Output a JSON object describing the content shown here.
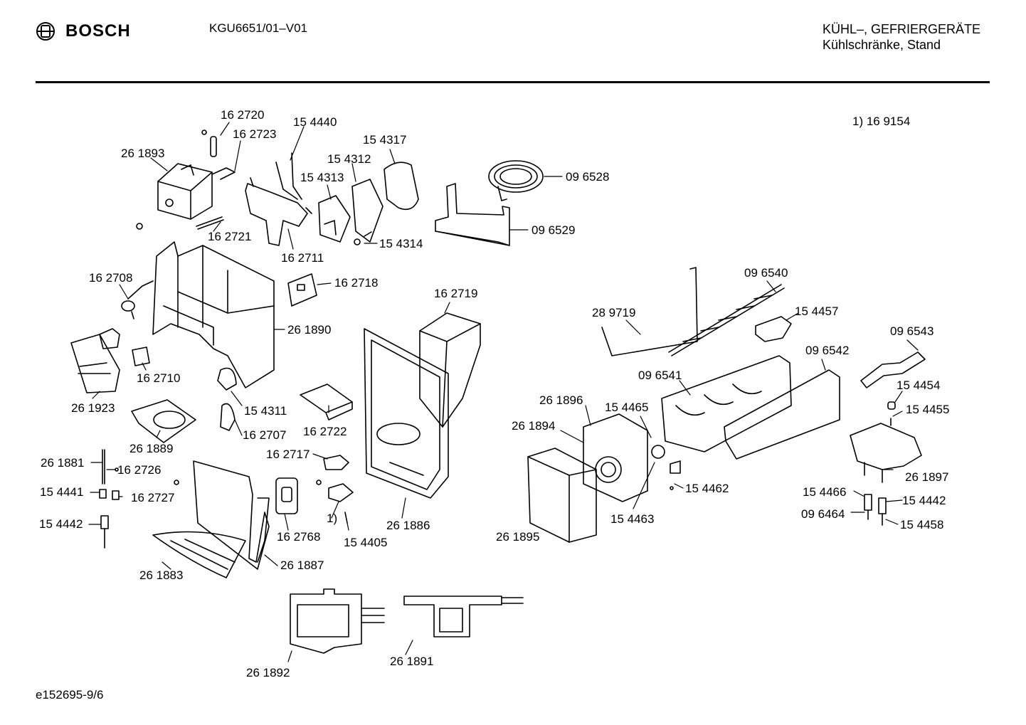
{
  "header": {
    "brand": "BOSCH",
    "model": "KGU6651/01–V01",
    "category_line1": "KÜHL–, GEFRIERGERÄTE",
    "category_line2": "Kühlschränke, Stand"
  },
  "note": "1)  16 9154",
  "footer": "e152695-9/6",
  "parts": [
    {
      "id": "p1",
      "label": "16 2720"
    },
    {
      "id": "p2",
      "label": "16 2723"
    },
    {
      "id": "p3",
      "label": "15 4440"
    },
    {
      "id": "p4",
      "label": "15 4317"
    },
    {
      "id": "p5",
      "label": "15 4312"
    },
    {
      "id": "p6",
      "label": "15 4313"
    },
    {
      "id": "p7",
      "label": "26 1893"
    },
    {
      "id": "p8",
      "label": "09 6528"
    },
    {
      "id": "p9",
      "label": "09 6529"
    },
    {
      "id": "p10",
      "label": "16 2721"
    },
    {
      "id": "p11",
      "label": "15 4314"
    },
    {
      "id": "p12",
      "label": "16 2711"
    },
    {
      "id": "p13",
      "label": "16 2708"
    },
    {
      "id": "p14",
      "label": "16 2718"
    },
    {
      "id": "p15",
      "label": "16 2719"
    },
    {
      "id": "p16",
      "label": "09 6540"
    },
    {
      "id": "p17",
      "label": "28 9719"
    },
    {
      "id": "p18",
      "label": "15 4457"
    },
    {
      "id": "p19",
      "label": "26 1890"
    },
    {
      "id": "p20",
      "label": "09 6543"
    },
    {
      "id": "p21",
      "label": "09 6542"
    },
    {
      "id": "p22",
      "label": "16 2710"
    },
    {
      "id": "p23",
      "label": "09 6541"
    },
    {
      "id": "p24",
      "label": "26 1923"
    },
    {
      "id": "p25",
      "label": "15 4454"
    },
    {
      "id": "p26",
      "label": "26 1896"
    },
    {
      "id": "p27",
      "label": "15 4465"
    },
    {
      "id": "p28",
      "label": "15 4311"
    },
    {
      "id": "p29",
      "label": "15 4455"
    },
    {
      "id": "p30",
      "label": "16 2707"
    },
    {
      "id": "p31",
      "label": "16 2722"
    },
    {
      "id": "p32",
      "label": "26 1894"
    },
    {
      "id": "p33",
      "label": "26 1889"
    },
    {
      "id": "p34",
      "label": "16 2717"
    },
    {
      "id": "p35",
      "label": "26 1881"
    },
    {
      "id": "p36",
      "label": "16 2726"
    },
    {
      "id": "p37",
      "label": "26 1897"
    },
    {
      "id": "p38",
      "label": "15 4462"
    },
    {
      "id": "p39",
      "label": "15 4441"
    },
    {
      "id": "p40",
      "label": "16 2727"
    },
    {
      "id": "p41",
      "label": "15 4466"
    },
    {
      "id": "p42",
      "label": "15 4442"
    },
    {
      "id": "p43",
      "label": "15 4463"
    },
    {
      "id": "p44",
      "label": "1)"
    },
    {
      "id": "p45",
      "label": "09 6464"
    },
    {
      "id": "p46",
      "label": "15 4442"
    },
    {
      "id": "p47",
      "label": "26 1886"
    },
    {
      "id": "p48",
      "label": "15 4458"
    },
    {
      "id": "p49",
      "label": "16 2768"
    },
    {
      "id": "p50",
      "label": "15 4405"
    },
    {
      "id": "p51",
      "label": "26 1895"
    },
    {
      "id": "p52",
      "label": "26 1887"
    },
    {
      "id": "p53",
      "label": "26 1883"
    },
    {
      "id": "p54",
      "label": "26 1892"
    },
    {
      "id": "p55",
      "label": "26 1891"
    }
  ]
}
